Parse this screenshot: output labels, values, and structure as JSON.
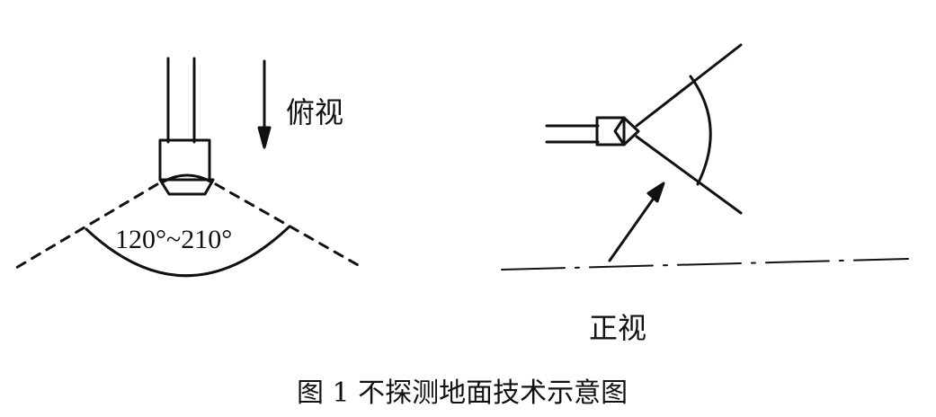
{
  "labels": {
    "top_view": "俯视",
    "front_view": "正视",
    "angle_range": "120°~210°",
    "caption": "图 1  不探测地面技术示意图"
  },
  "colors": {
    "ink": "#111111",
    "background": "#ffffff"
  }
}
